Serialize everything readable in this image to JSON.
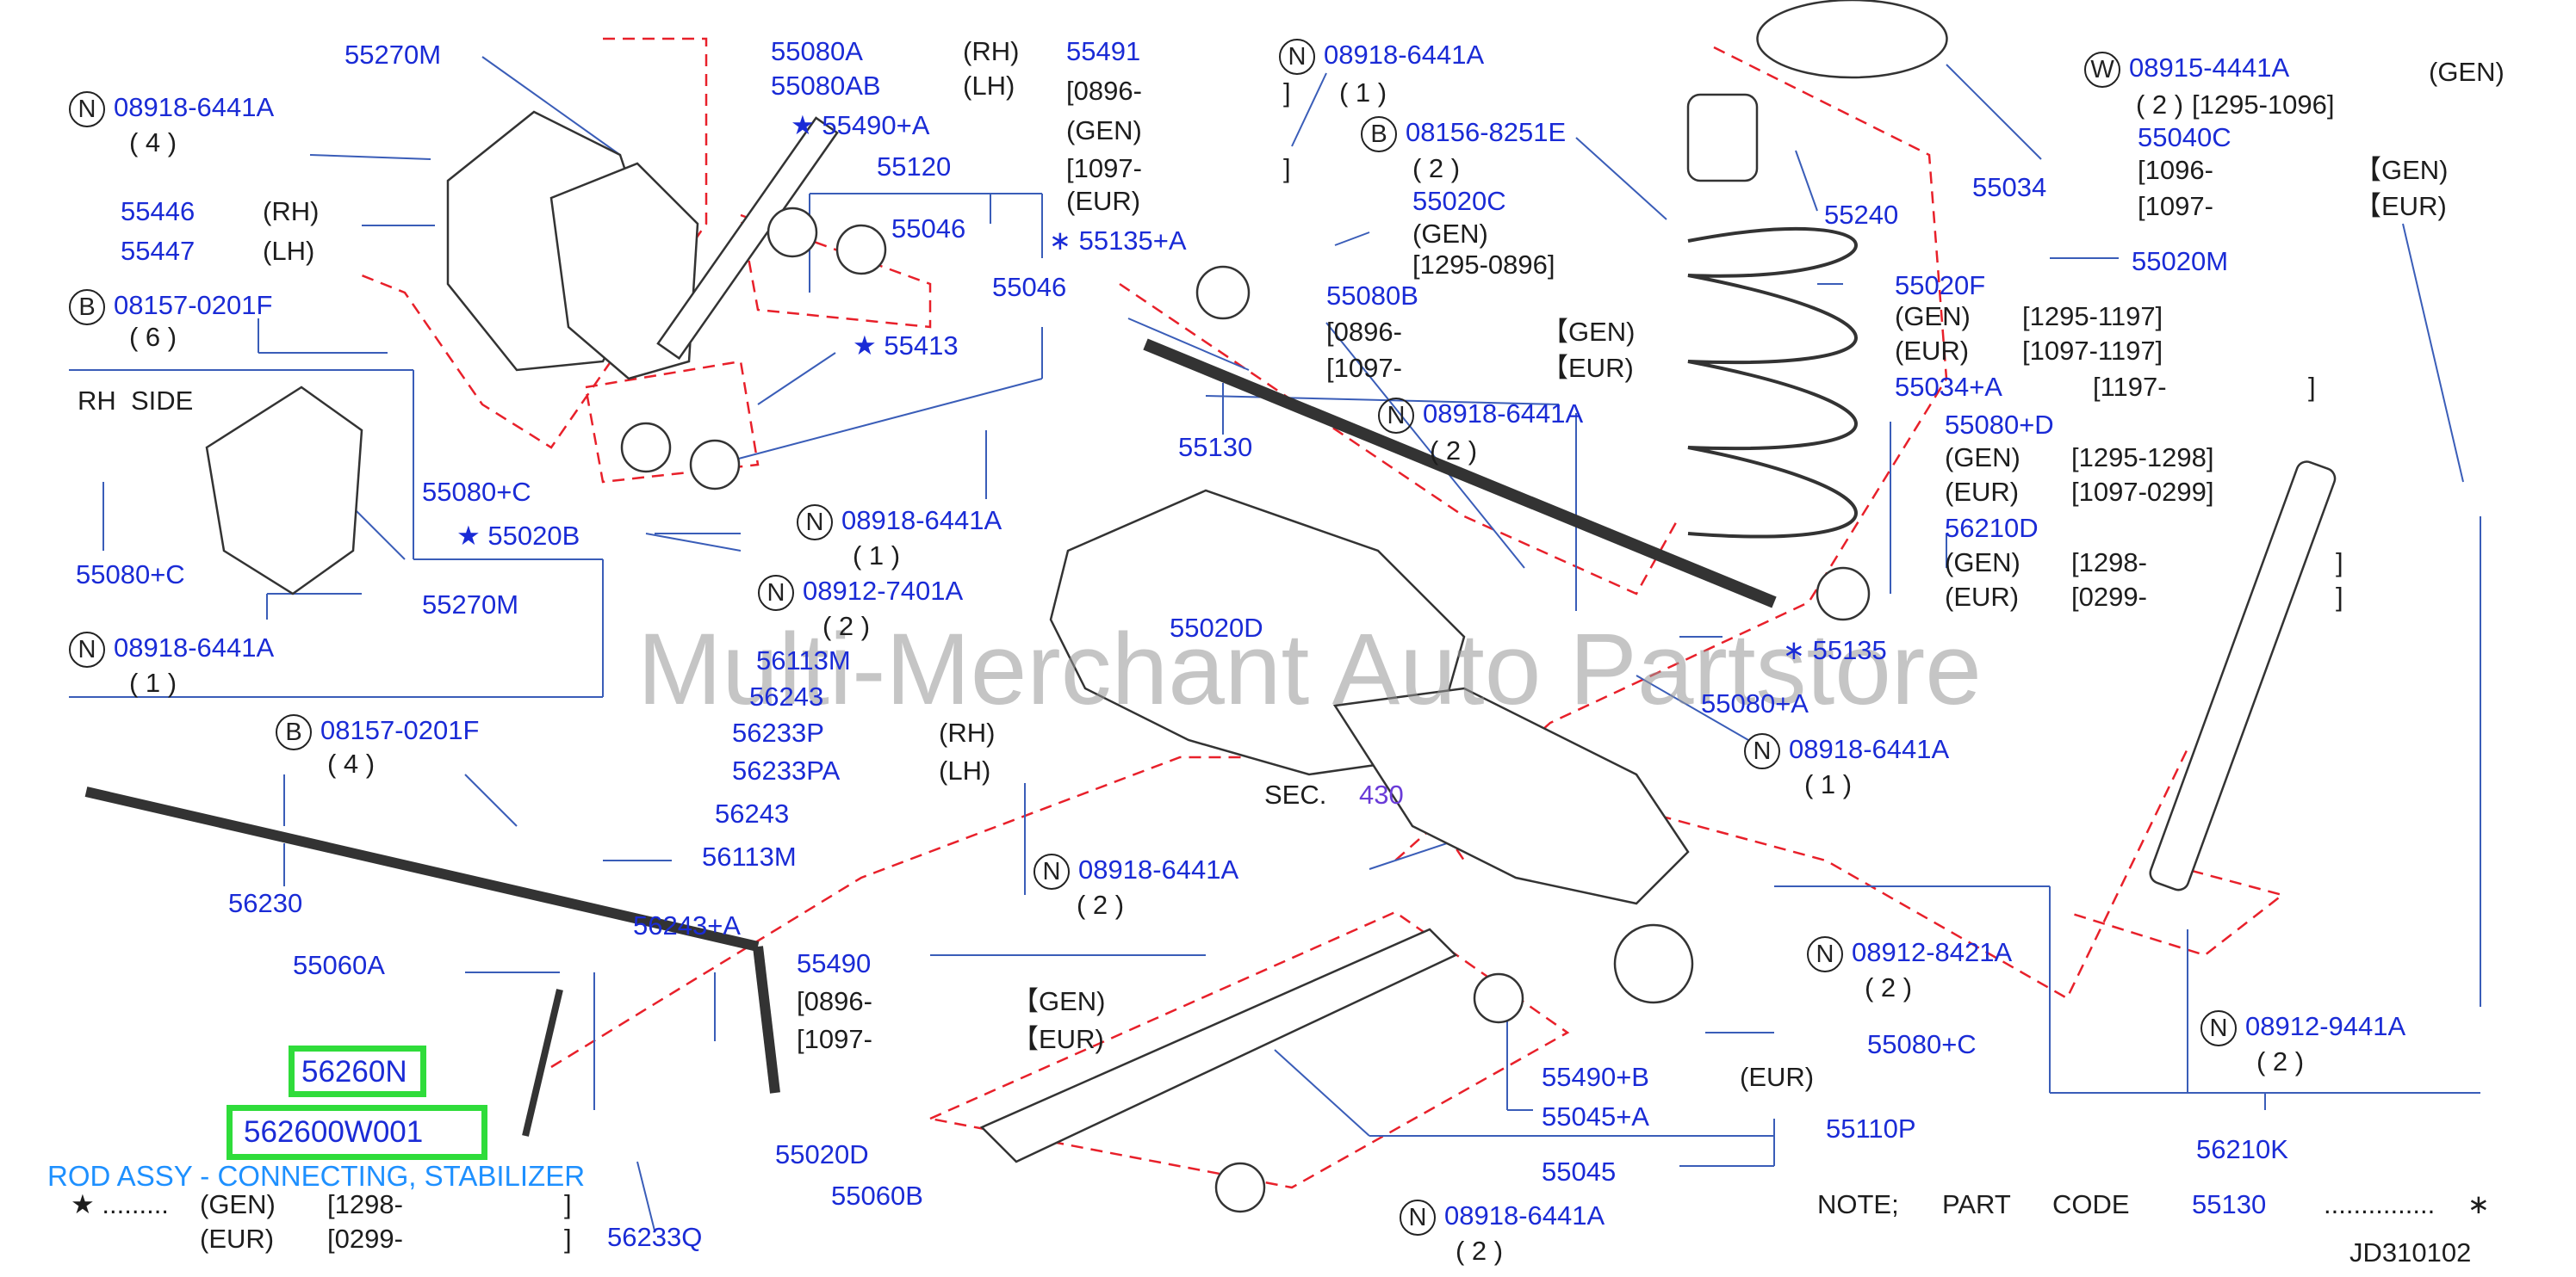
{
  "diagram_id": "JD310102",
  "watermark": "Multi-Merchant Auto Partstore",
  "highlight": {
    "part_a": "56260N",
    "part_b": "562600W001",
    "description": "ROD ASSY - CONNECTING, STABILIZER"
  },
  "note": {
    "prefix": "NOTE;",
    "part_word": "PART",
    "code_word": "CODE",
    "code": "55130",
    "dots": "...............",
    "star": "∗"
  },
  "legend": {
    "star_line": "★ .........",
    "gen": "(GEN)",
    "gen_range": "[1298-",
    "eur": "(EUR)",
    "eur_range": "[0299-",
    "bracket": "]"
  },
  "side_label": "RH  SIDE",
  "sec_label": "SEC.",
  "sec_num": "430",
  "parts": {
    "p55270M_a": "55270M",
    "p08918_6441A": "08918-6441A",
    "qty4": "( 4 )",
    "qty1": "( 1 )",
    "qty2": "( 2 )",
    "qty6": "( 6 )",
    "p55446": "55446",
    "p55447": "55447",
    "rh": "(RH)",
    "lh": "(LH)",
    "p08157_0201F": "08157-0201F",
    "p55080A": "55080A",
    "p55080AB": "55080AB",
    "p55490A": "★ 55490+A",
    "p55120": "55120",
    "p55046": "55046",
    "p55491": "55491",
    "r0896": "[0896-",
    "gen": "(GEN)",
    "r1097": "[1097-",
    "eur": "(EUR)",
    "p55135A": "∗ 55135+A",
    "p55413": "★ 55413",
    "p55080C": "55080+C",
    "p55020B": "★ 55020B",
    "p55270M_b": "55270M",
    "p08912_7401A": "08912-7401A",
    "p56113M": "56113M",
    "p56243": "56243",
    "p56233P": "56233P",
    "p56233PA": "56233PA",
    "p56230": "56230",
    "p55060A": "55060A",
    "p56243A": "56243+A",
    "p55490": "55490",
    "p55020D": "55020D",
    "p55060B": "55060B",
    "p56233Q": "56233Q",
    "p55130": "55130",
    "p08156_8251E": "08156-8251E",
    "p55020C": "55020C",
    "r1295_0896": "[1295-0896]",
    "p55080B": "55080B",
    "gen_b": "【GEN)",
    "eur_b": "【EUR)",
    "p55020D_b": "55020D",
    "p55135": "∗ 55135",
    "p55080A_b": "55080+A",
    "p55490B": "55490+B",
    "p55045A": "55045+A",
    "p55045": "55045",
    "p55110P": "55110P",
    "p08912_8421A": "08912-8421A",
    "p55080C_b": "55080+C",
    "p55034": "55034",
    "p55240": "55240",
    "p08915_4441A": "08915-4441A",
    "r1295_1096": "[1295-1096]",
    "p55040C": "55040C",
    "r1096": "[1096-",
    "p55020M": "55020M",
    "p55020F": "55020F",
    "r1295_1197": "[1295-1197]",
    "r1097_1197": "[1097-1197]",
    "p55034A": "55034+A",
    "r1197": "[1197-",
    "bracket": "]",
    "p55080D": "55080+D",
    "r1295_1298": "[1295-1298]",
    "r1097_0299": "[1097-0299]",
    "p56210D": "56210D",
    "r1298": "[1298-",
    "r0299": "[0299-",
    "p08912_9441A": "08912-9441A",
    "p56210K": "56210K"
  },
  "circles": {
    "n": "N",
    "b": "B",
    "w": "W"
  },
  "colors": {
    "part_number": "#1a2bd6",
    "leader": "#3a5db8",
    "dashed": "#e8202a",
    "highlight_box": "#2fdc3a",
    "rod_text": "#1e90ff"
  }
}
